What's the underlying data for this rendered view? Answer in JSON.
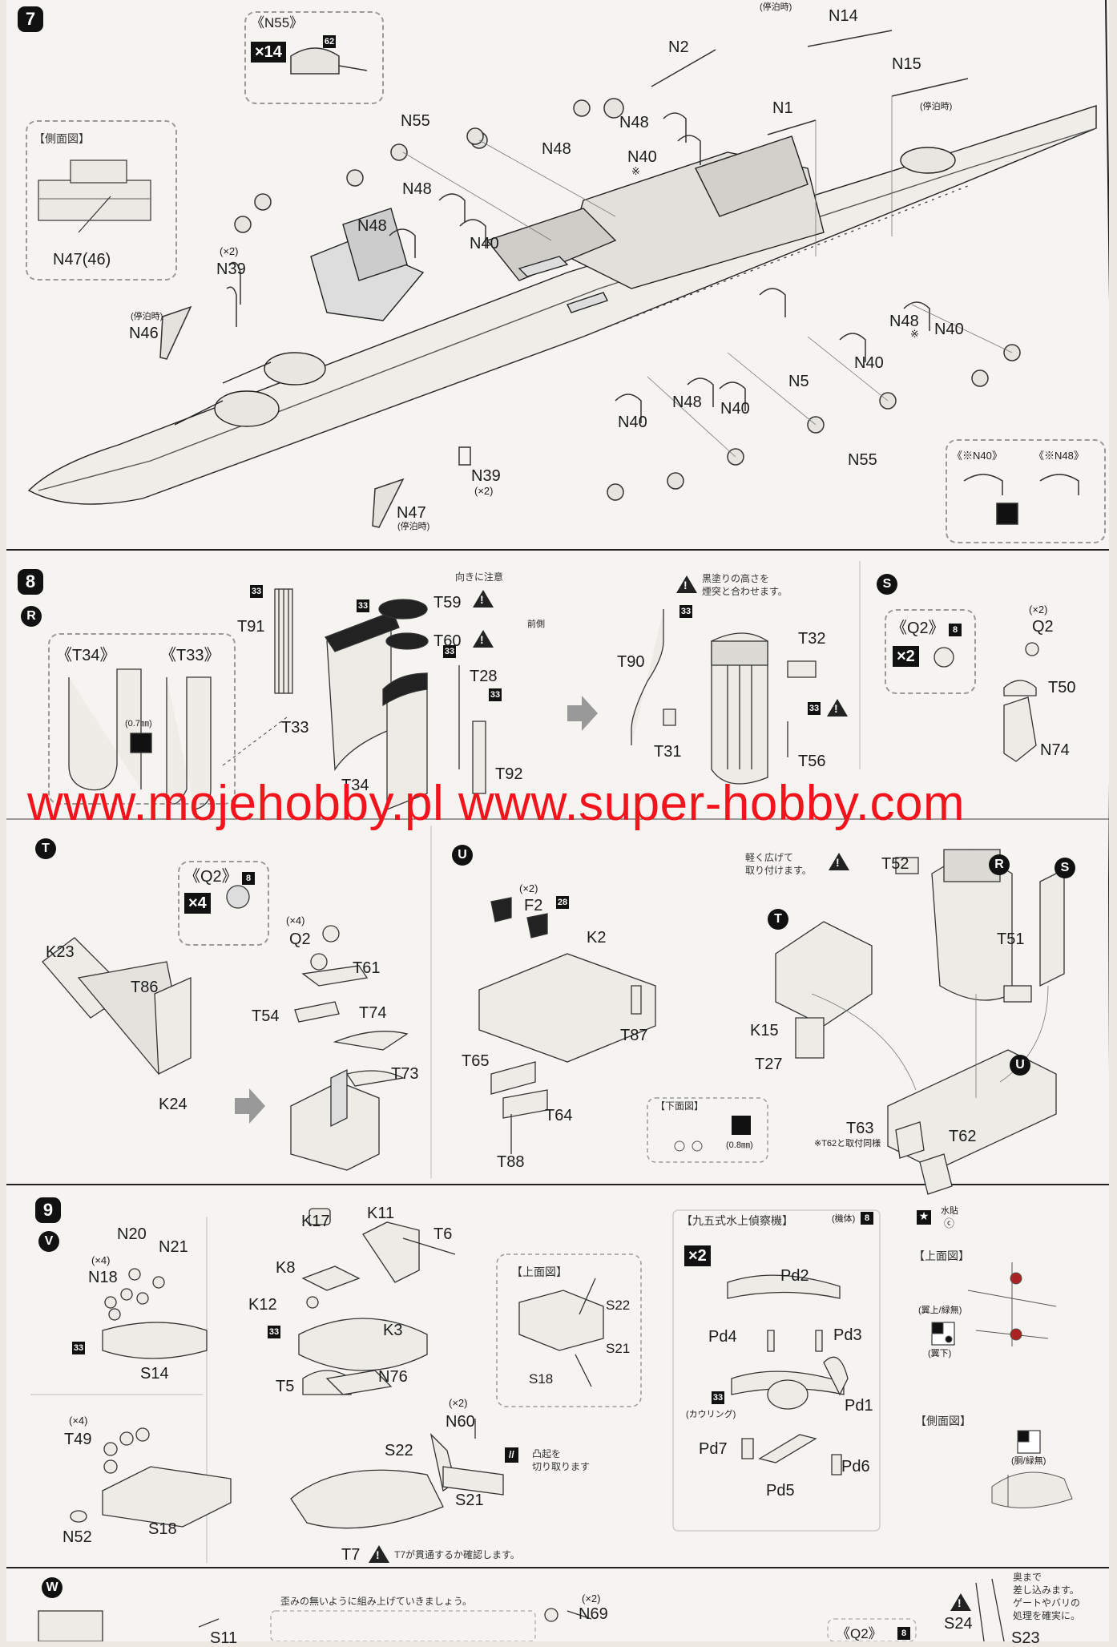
{
  "step7": {
    "number": "7",
    "callout_N55": "《N55》",
    "callout_N55_qty": "×14",
    "callout_N55_code": "62",
    "side_view_title": "【側面図】",
    "side_view_part": "N47(46)",
    "labels": {
      "teihaku_top": "(停泊時)",
      "N14": "N14",
      "N2": "N2",
      "N15": "N15",
      "teihaku_right": "(停泊時)",
      "N1": "N1",
      "N55_top": "N55",
      "N48_a": "N48",
      "N48_b": "N48",
      "N40_a": "N40",
      "star_a": "※",
      "N48_c": "N48",
      "N48_d": "N48",
      "N40_b": "N40",
      "x2_N39": "(×2)",
      "N39_a": "N39",
      "teihaku_N46": "(停泊時)",
      "N46": "N46",
      "N48_e": "N48",
      "star_b": "※",
      "N40_c": "N40",
      "N40_d": "N40",
      "N5": "N5",
      "N48_f": "N48",
      "N40_e": "N40",
      "N40_f": "N40",
      "N55_bottom": "N55",
      "N39_b": "N39",
      "x2_N39_b": "(×2)",
      "N47": "N47",
      "teihaku_N47": "(停泊時)"
    },
    "star_box": {
      "N40": "《※N40》",
      "N48": "《※N48》"
    }
  },
  "step8": {
    "number": "8",
    "sub_R": "R",
    "box_T34": "《T34》",
    "box_T33": "《T33》",
    "drill_size": "(0.7㎜)",
    "code33": "33",
    "labels": {
      "T91": "T91",
      "T33": "T33",
      "T34": "T34",
      "T59": "T59",
      "T60": "T60",
      "T28": "T28",
      "T92": "T92",
      "muki": "向きに注意",
      "zen": "前側",
      "T90": "T90",
      "T31": "T31",
      "T32": "T32",
      "T56": "T56",
      "kuro": "黒塗りの高さを",
      "kuro2": "煙突と合わせます。"
    },
    "sub_S": "S",
    "box_Q2": "《Q2》",
    "box_Q2_qty": "×2",
    "box_Q2_code": "8",
    "S_labels": {
      "x2": "(×2)",
      "Q2": "Q2",
      "T50": "T50",
      "N74": "N74"
    }
  },
  "watermark": "www.mojehobby.pl www.super-hobby.com",
  "stepT": {
    "sub_T": "T",
    "box_Q2": "《Q2》",
    "box_Q2_qty": "×4",
    "box_Q2_code": "8",
    "labels": {
      "K23": "K23",
      "T86": "T86",
      "K24": "K24",
      "x4": "(×4)",
      "Q2": "Q2",
      "T61": "T61",
      "T54": "T54",
      "T74": "T74",
      "T73": "T73"
    }
  },
  "stepU": {
    "sub_U": "U",
    "labels": {
      "x2": "(×2)",
      "F2": "F2",
      "F2_code": "28",
      "K2": "K2",
      "T87": "T87",
      "T65": "T65",
      "T64": "T64",
      "T88": "T88"
    }
  },
  "stepAssembly": {
    "labels": {
      "karuku": "軽く広げて",
      "karuku2": "取り付けます。",
      "T52": "T52",
      "R": "R",
      "S": "S",
      "T": "T",
      "T51": "T51",
      "K15": "K15",
      "T27": "T27",
      "U": "U",
      "T63": "T63",
      "T63_note": "※T62と取付同様",
      "T62": "T62"
    },
    "bottom_view": "【下面図】",
    "bottom_drill": "(0.8㎜)"
  },
  "step9": {
    "number": "9",
    "sub_V": "V",
    "V_labels": {
      "N20": "N20",
      "N21": "N21",
      "x4": "(×4)",
      "N18": "N18",
      "S14": "S14",
      "x4_b": "(×4)",
      "T49": "T49",
      "N52": "N52",
      "S18": "S18"
    },
    "mid_labels": {
      "K17": "K17",
      "K11": "K11",
      "T6": "T6",
      "K8": "K8",
      "K12": "K12",
      "K3": "K3",
      "T5": "T5",
      "N76": "N76",
      "x2": "(×2)",
      "N60": "N60",
      "S22": "S22",
      "S21": "S21",
      "T7": "T7",
      "T7_note": "T7が貫通するか確認します。",
      "cut": "凸起を",
      "cut2": "切り取ります"
    },
    "top_view": "【上面図】",
    "top_labels": {
      "S22": "S22",
      "S21": "S21",
      "S18": "S18"
    },
    "plane_title": "【九五式水上偵察機】",
    "plane_body": "(機体)",
    "plane_code": "8",
    "plane_qty": "×2",
    "plane_labels": {
      "Pd2": "Pd2",
      "Pd4": "Pd4",
      "Pd3": "Pd3",
      "Pd1": "Pd1",
      "cowling": "(カウリング)",
      "Pd7": "Pd7",
      "Pd6": "Pd6",
      "Pd5": "Pd5"
    },
    "decal_note": "水貼",
    "decal_c": "ⓒ",
    "top_view_b": "【上面図】",
    "wing_note": "(翼上/緑無)",
    "wing_note2": "(翼下)",
    "side_view": "【側面図】",
    "side_note": "(胴/緑無)"
  },
  "stepW": {
    "sub_W": "W",
    "note": "歪みの無いように組み上げていきましょう。",
    "S11": "S11",
    "x2": "(×2)",
    "N69": "N69",
    "Q2": "《Q2》",
    "Q2_code": "8",
    "S24": "S24",
    "S23": "S23",
    "right_note": "奥まで",
    "right_note2": "差し込みます。",
    "right_note3": "ゲートやバリの",
    "right_note4": "処理を確実に。"
  }
}
